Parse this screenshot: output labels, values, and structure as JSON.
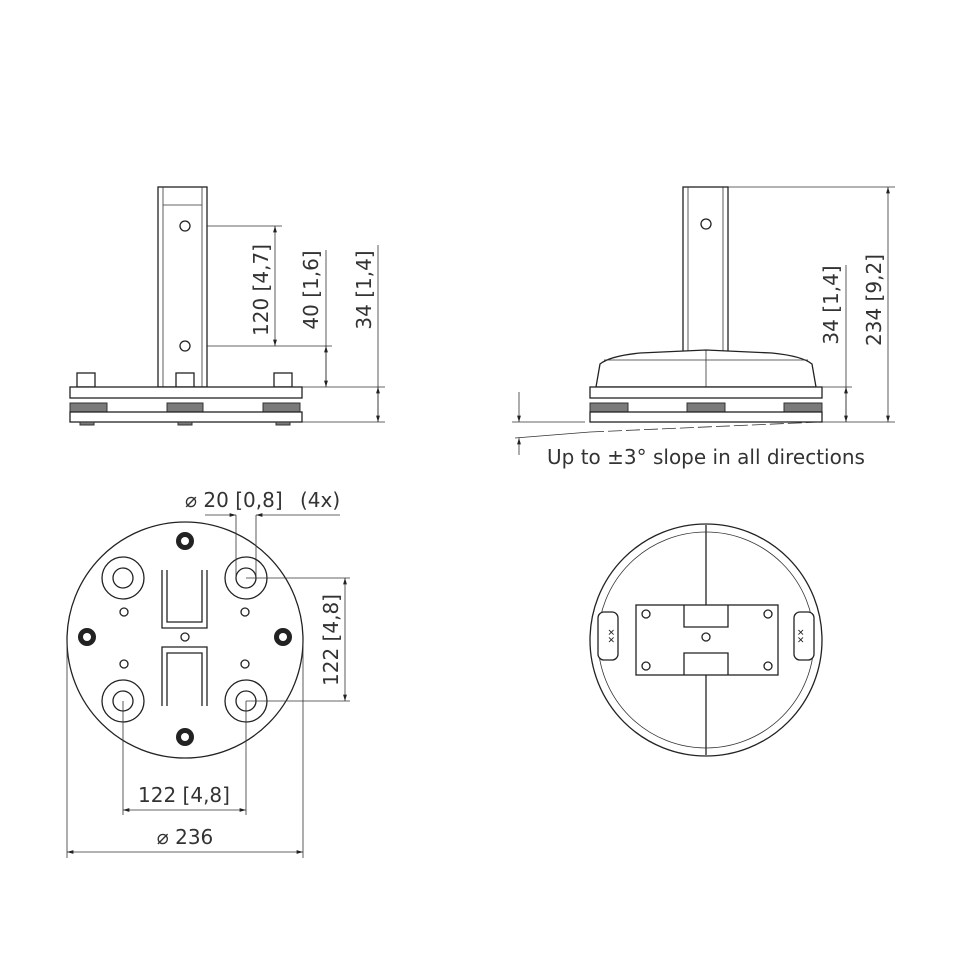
{
  "views": {
    "side_left": {
      "dim_hole_spacing": "120 [4,7]",
      "dim_hole_to_plate": "40 [1,6]",
      "dim_base_height": "34 [1,4]"
    },
    "side_right": {
      "dim_base_height": "34 [1,4]",
      "dim_total_height": "234 [9,2]",
      "slope_note": "Up to ±3° slope in all directions"
    },
    "bottom": {
      "dim_hole_diameter": "⌀ 20 [0,8]",
      "dim_hole_count": "(4x)",
      "dim_vertical_spacing": "122 [4,8]",
      "dim_horizontal_spacing": "122 [4,8]",
      "dim_diameter": "⌀ 236"
    },
    "top": {}
  }
}
